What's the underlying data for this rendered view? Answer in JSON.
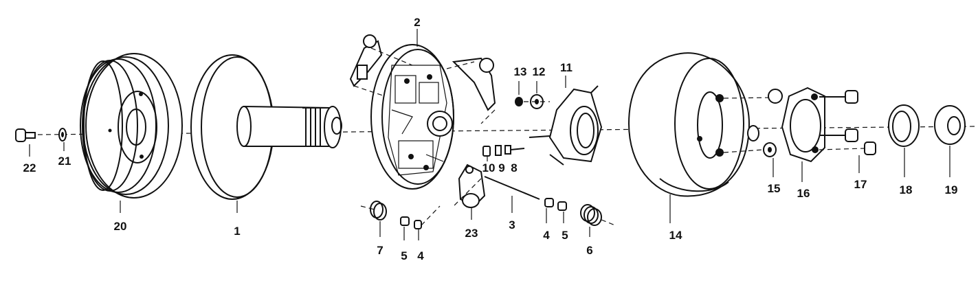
{
  "labels": {
    "p1": "1",
    "p2": "2",
    "p3": "3",
    "p4a": "4",
    "p4b": "4",
    "p5a": "5",
    "p5b": "5",
    "p6": "6",
    "p7": "7",
    "p8": "8",
    "p9": "9",
    "p10": "10",
    "p11": "11",
    "p12": "12",
    "p13": "13",
    "p14": "14",
    "p15": "15",
    "p16": "16",
    "p17": "17",
    "p18": "18",
    "p19": "19",
    "p20": "20",
    "p21": "21",
    "p22": "22",
    "p23": "23"
  }
}
